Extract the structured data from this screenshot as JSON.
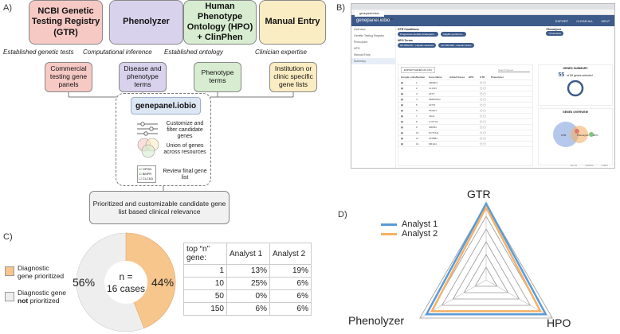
{
  "panel_a": {
    "letter": "A)",
    "sources": [
      {
        "label": "NCBI Genetic Testing Registry (GTR)",
        "method": "Established genetic tests",
        "output": "Commercial testing gene panels",
        "color": "#f6c9c5"
      },
      {
        "label": "Phenolyzer",
        "method": "Computational inference",
        "output": "Disease and phenotype terms",
        "color": "#d9d2ec"
      },
      {
        "label": "Human Phenotype Ontology (HPO) + ClinPhen",
        "method": "Established ontology",
        "output": "Phenotype terms",
        "color": "#d7ecd0"
      },
      {
        "label": "Manual Entry",
        "method": "Clinician expertise",
        "output": "Institution or clinic specific gene lists",
        "color": "#fbedc3"
      }
    ],
    "tool_title": "genepanel.iobio",
    "steps": [
      "Customize and filter candidate genes",
      "Union of genes across resources",
      "Review final gene list"
    ],
    "checklist": [
      "OPHN",
      "BMPR",
      "CLCN3"
    ],
    "result": "Prioritized and customizable candidate gene list based clinical relevance"
  },
  "panel_b": {
    "letter": "B)",
    "tab_title": "genepanel.iobio",
    "url": "genepanel.iobio.io",
    "app_title": "genepanel.iobio",
    "header_tools": [
      "EXPORT",
      "CLEAR ALL",
      "HELP"
    ],
    "nav_items": [
      "Overview",
      "Genetic Testing Registry",
      "Phenolyzer",
      "HPO",
      "Manual Entry",
      "Summary"
    ],
    "gtr_label": "GTR Conditions",
    "gtr_chips": [
      "Progressive familial intrahepatic...",
      "Alagille syndrome..."
    ],
    "hpo_label": "HPO Terms",
    "hpo_chips": [
      "HP:0001397 - Hepatic steatosis",
      "HP:0001399 - Hepatic failure"
    ],
    "phenolyzer_label": "Phenolyzer",
    "phenolyzer_chip": "Cholestasis",
    "export_label": "EXPORT GENES AS CSV",
    "search_placeholder": "Search Genes",
    "columns": [
      "Google Links",
      "Number",
      "Gene Name",
      "Added Genes",
      "HPO",
      "GTR",
      "Phenolyzer"
    ],
    "genes": [
      "ABCB11",
      "CLCN3",
      "ATP7",
      "SERPINA1",
      "CFTR",
      "PKHD1",
      "JAG1",
      "CYP7A1",
      "ABCB4",
      "NOTCH2",
      "ATP8B1",
      "NR1H4"
    ],
    "summary_title": "GENES SUMMARY",
    "summary_count": "55",
    "summary_sub": "of 55 genes selected",
    "overview_title": "GENES OVERVIEW",
    "venn_labels": [
      "GTR",
      "Phenolyzer",
      "HPO"
    ],
    "footer": [
      "BLOG",
      "TERMS",
      "IOBIO"
    ]
  },
  "panel_c": {
    "letter": "C)",
    "donut": {
      "center_label": "n =\n16 cases",
      "prioritized_pct": "44%",
      "not_prioritized_pct": "56%",
      "prioritized_value": 44,
      "prioritized_color": "#f7c68d",
      "not_prioritized_color": "#eeeeee"
    },
    "legend": [
      {
        "label_main": "Diagnostic",
        "label_rest": "gene prioritized",
        "bold": ""
      },
      {
        "label_main": "Diagnostic gene",
        "label_rest": "prioritized",
        "bold": "not"
      }
    ],
    "table": {
      "headers": [
        "top “n” gene:",
        "Analyst 1",
        "Analyst 2"
      ],
      "rows": [
        [
          "1",
          "13%",
          "19%"
        ],
        [
          "10",
          "25%",
          "6%"
        ],
        [
          "50",
          "0%",
          "6%"
        ],
        [
          "150",
          "6%",
          "6%"
        ]
      ]
    }
  },
  "panel_d": {
    "letter": "D)",
    "chart_data": {
      "type": "radar",
      "axes": [
        "GTR",
        "HPO",
        "Phenolyzer"
      ],
      "series": [
        {
          "name": "Analyst 1",
          "color": "#5b9bd5",
          "values": [
            1.0,
            0.9,
            0.9
          ]
        },
        {
          "name": "Analyst 2",
          "color": "#f4b168",
          "values": [
            0.95,
            0.82,
            0.82
          ]
        }
      ],
      "rings": 6
    }
  }
}
